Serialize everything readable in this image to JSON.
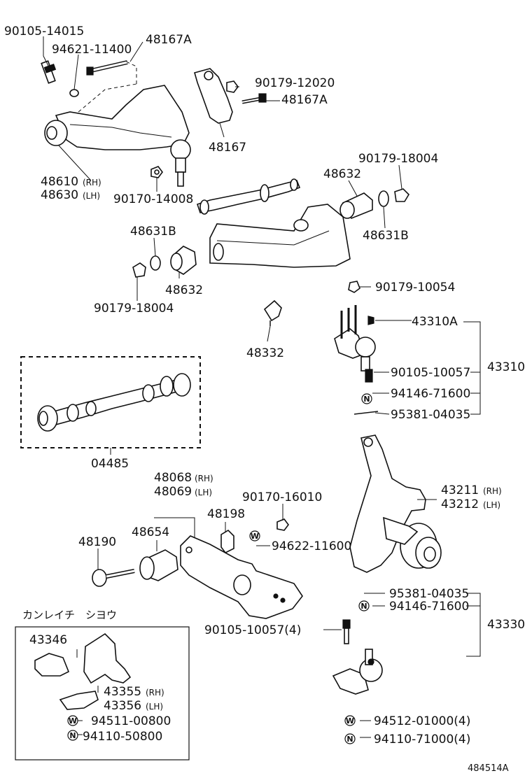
{
  "labels": {
    "p90105_14015": "90105-14015",
    "p94621_11400": "94621-11400",
    "p48167A_top": "48167A",
    "p90179_12020": "90179-12020",
    "p48167A_mid": "48167A",
    "p48167": "48167",
    "p48610": "48610",
    "p48610_suffix": "(RH)",
    "p48630": "48630",
    "p48630_suffix": "(LH)",
    "p90170_14008": "90170-14008",
    "p90179_18004_right": "90179-18004",
    "p48632_right": "48632",
    "p48631B_right": "48631B",
    "p48631B_left": "48631B",
    "p48632_left": "48632",
    "p90179_18004_left": "90179-18004",
    "p90179_10054": "90179-10054",
    "p43310A": "43310A",
    "p48332": "48332",
    "p90105_10057": "90105-10057",
    "p43310": "43310",
    "p94146_71600_top": "94146-71600",
    "p95381_04035_top": "95381-04035",
    "p04485": "04485",
    "p48068": "48068",
    "p48068_suffix": "(RH)",
    "p48069": "48069",
    "p48069_suffix": "(LH)",
    "p90170_16010": "90170-16010",
    "p48198": "48198",
    "p48190": "48190",
    "p48654": "48654",
    "p94622_11600": "94622-11600",
    "p43211": "43211",
    "p43211_suffix": "(RH)",
    "p43212": "43212",
    "p43212_suffix": "(LH)",
    "p95381_04035_bot": "95381-04035",
    "p94146_71600_bot": "94146-71600",
    "p43330": "43330",
    "p90105_10057_4": "90105-10057(4)",
    "cold_region_title": "カンレイチ　シヨウ",
    "p43346": "43346",
    "p43355": "43355",
    "p43355_suffix": "(RH)",
    "p43356": "43356",
    "p43356_suffix": "(LH)",
    "p94511_00800": "94511-00800",
    "p94110_50800": "94110-50800",
    "p94512_01000": "94512-01000(4)",
    "p94110_71000": "94110-71000(4)",
    "figure_code": "484514A"
  },
  "markers": {
    "washer": "W",
    "nut": "N"
  }
}
